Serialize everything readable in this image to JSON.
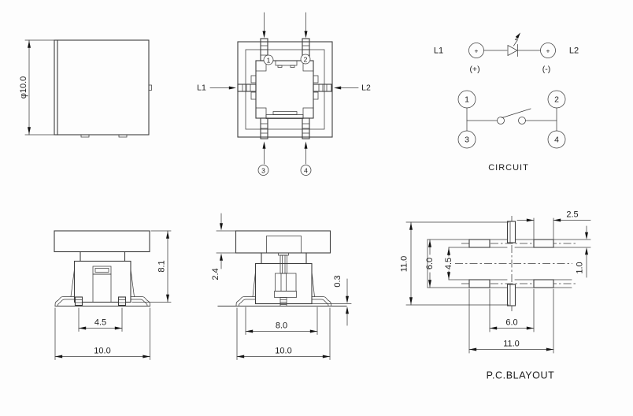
{
  "colors": {
    "line": "#3d3d3d",
    "text": "#1c1c1c",
    "background": "#fdfdfd",
    "arrow": "#141414"
  },
  "views": {
    "cap_top": {
      "dim_size": "φ10.0"
    },
    "top": {
      "l1": "L1",
      "l2": "L2",
      "pin1": "1",
      "pin2": "2",
      "pin3": "3",
      "pin4": "4"
    },
    "circuit": {
      "l1": "L1",
      "l2": "L2",
      "term_left": "+",
      "term_right": "+",
      "polarity_left": "(+)",
      "polarity_right": "(-)",
      "pin1": "1",
      "pin2": "2",
      "pin3": "3",
      "pin4": "4",
      "title": "CIRCUIT"
    },
    "front": {
      "dim_height": "8.1",
      "dim_pin_pitch": "4.5",
      "dim_width": "10.0"
    },
    "side": {
      "dim_cap_height": "2.4",
      "dim_standoff": "0.3",
      "dim_body_width": "8.0",
      "dim_width": "10.0"
    },
    "pcb": {
      "dim_overall_v": "11.0",
      "dim_rows_outer": "6.0",
      "dim_rows_inner": "4.5",
      "dim_pad_width": "2.5",
      "dim_pad_height": "1.0",
      "dim_pads_inner": "6.0",
      "dim_overall_h": "11.0",
      "title": "P.C.BLAYOUT"
    }
  }
}
